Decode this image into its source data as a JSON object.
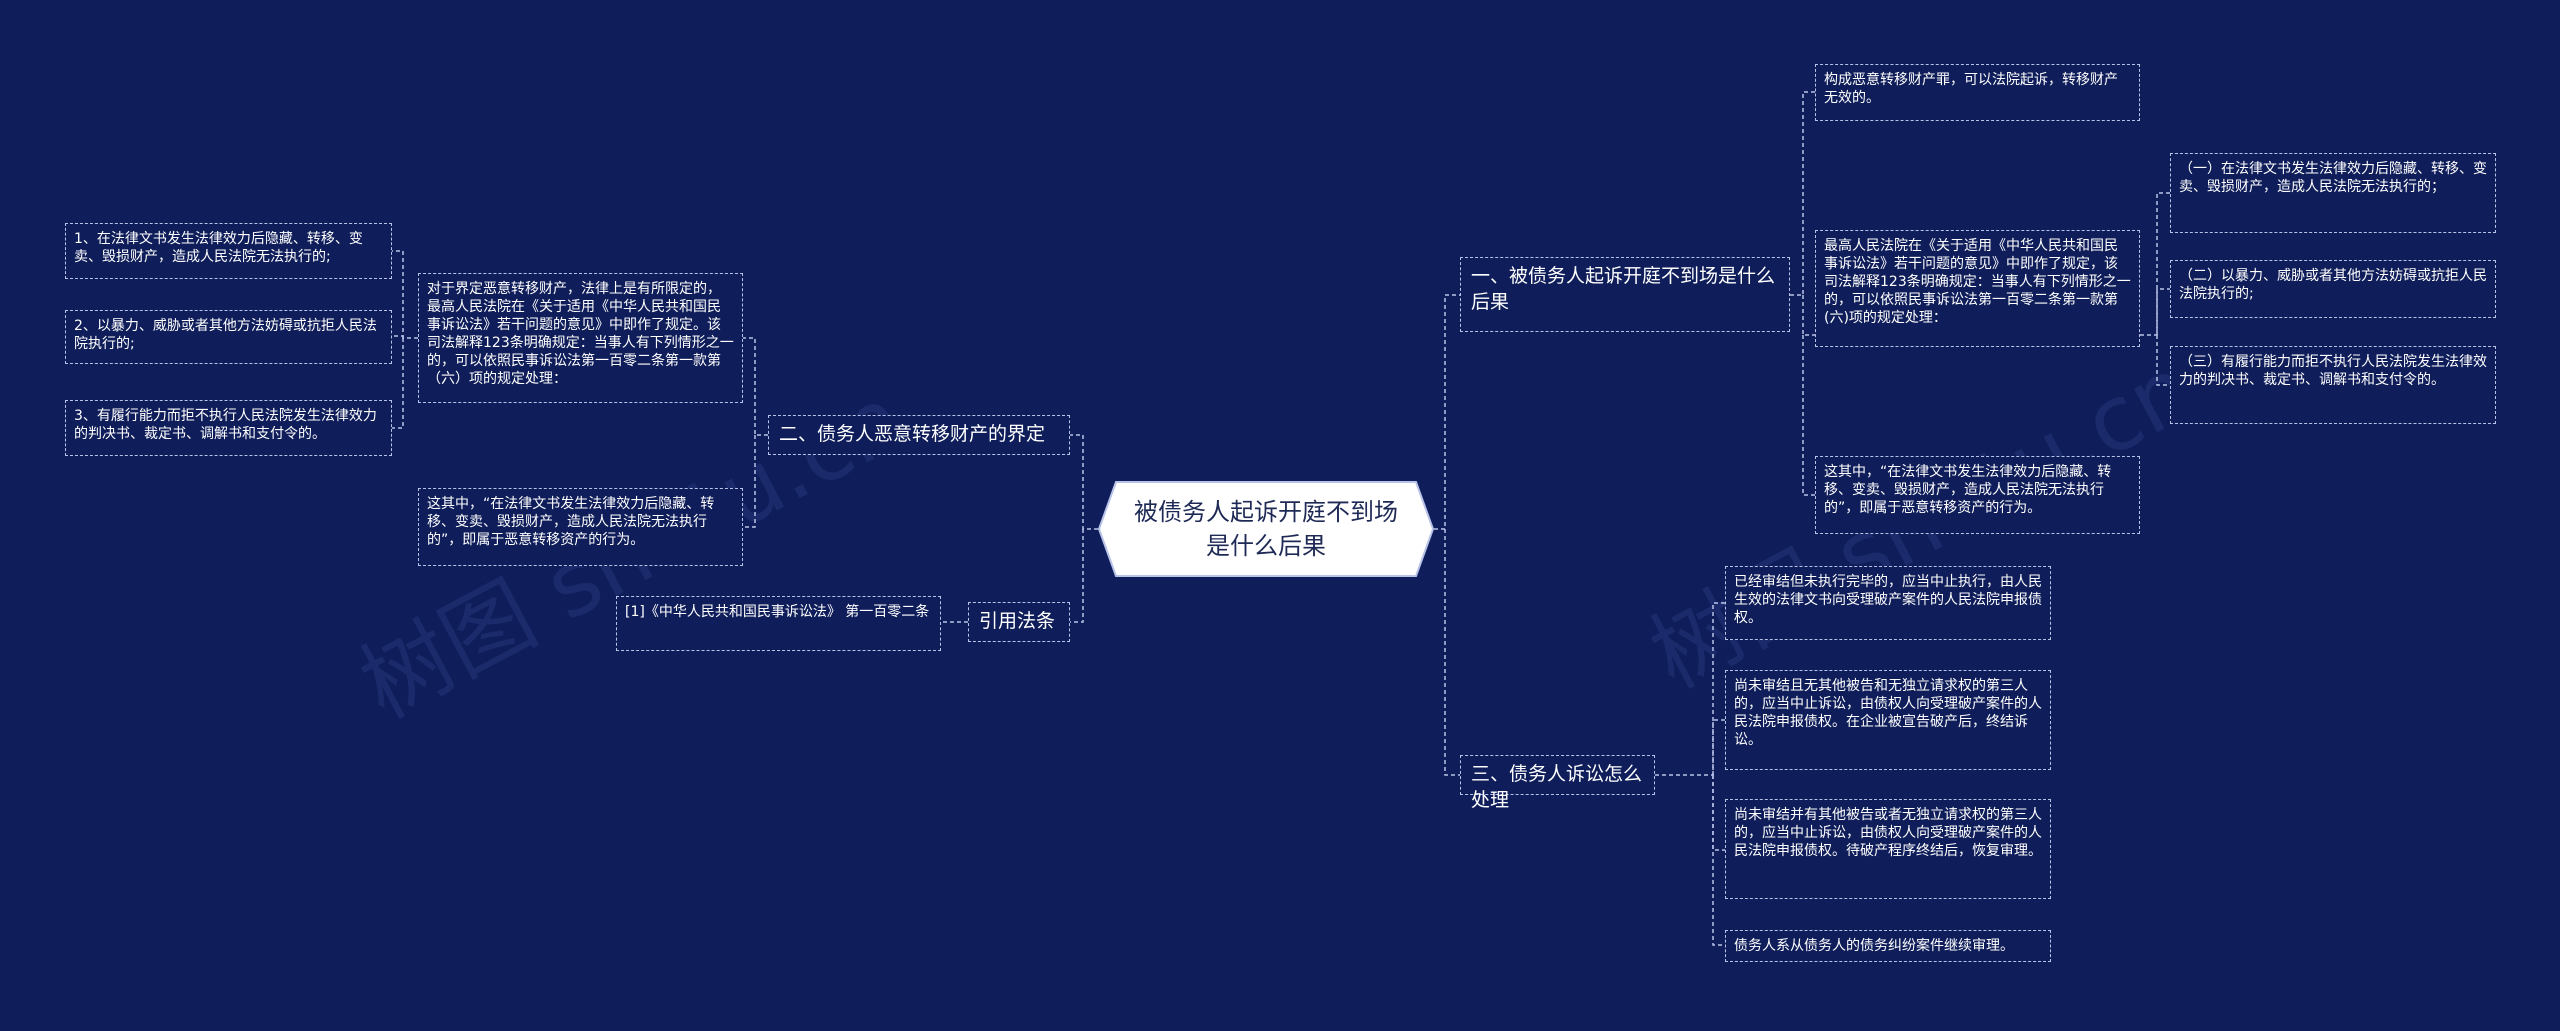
{
  "watermark": "树图 shutu.cn",
  "root": {
    "title": "被债务人起诉开庭不到场是什么后果"
  },
  "branch1": {
    "label": "一、被债务人起诉开庭不到场是什么后果",
    "leaf_a": "构成恶意转移财产罪，可以法院起诉，转移财产无效的。",
    "leaf_b": "最高人民法院在《关于适用《中华人民共和国民事诉讼法》若干问题的意见》中即作了规定，该司法解释123条明确规定：当事人有下列情形之一的，可以依照民事诉讼法第一百零二条第一款第(六)项的规定处理：",
    "leaf_b_items": [
      "（一）在法律文书发生法律效力后隐藏、转移、变卖、毁损财产，造成人民法院无法执行的；",
      "（二）以暴力、威胁或者其他方法妨碍或抗拒人民法院执行的;",
      "（三）有履行能力而拒不执行人民法院发生法律效力的判决书、裁定书、调解书和支付令的。"
    ],
    "leaf_c": "这其中，“在法律文书发生法律效力后隐藏、转移、变卖、毁损财产，造成人民法院无法执行的”，即属于恶意转移资产的行为。"
  },
  "branch2": {
    "label": "二、债务人恶意转移财产的界定",
    "leaf_a": "对于界定恶意转移财产，法律上是有所限定的，最高人民法院在《关于适用《中华人民共和国民事诉讼法》若干问题的意见》中即作了规定。该司法解释123条明确规定：当事人有下列情形之一的，可以依照民事诉讼法第一百零二条第一款第（六）项的规定处理：",
    "leaf_a_items": [
      "1、在法律文书发生法律效力后隐藏、转移、变卖、毁损财产，造成人民法院无法执行的;",
      "2、以暴力、威胁或者其他方法妨碍或抗拒人民法院执行的;",
      "3、有履行能力而拒不执行人民法院发生法律效力的判决书、裁定书、调解书和支付令的。"
    ],
    "leaf_b": "这其中，“在法律文书发生法律效力后隐藏、转移、变卖、毁损财产，造成人民法院无法执行的”，即属于恶意转移资产的行为。"
  },
  "branch3": {
    "label": "三、债务人诉讼怎么处理",
    "leaves": [
      "已经审结但未执行完毕的，应当中止执行，由人民生效的法律文书向受理破产案件的人民法院申报债权。",
      "尚未审结且无其他被告和无独立请求权的第三人的，应当中止诉讼，由债权人向受理破产案件的人民法院申报债权。在企业被宣告破产后，终结诉讼。",
      "尚未审结并有其他被告或者无独立请求权的第三人的，应当中止诉讼，由债权人向受理破产案件的人民法院申报债权。待破产程序终结后，恢复审理。",
      "债务人系从债务人的债务纠纷案件继续审理。"
    ]
  },
  "branch4": {
    "label": "引用法条",
    "leaf": "[1]《中华人民共和国民事诉讼法》 第一百零二条"
  },
  "colors": {
    "background": "#0f1e5a",
    "line": "#b9c3e8",
    "root_fill": "#ffffff"
  }
}
